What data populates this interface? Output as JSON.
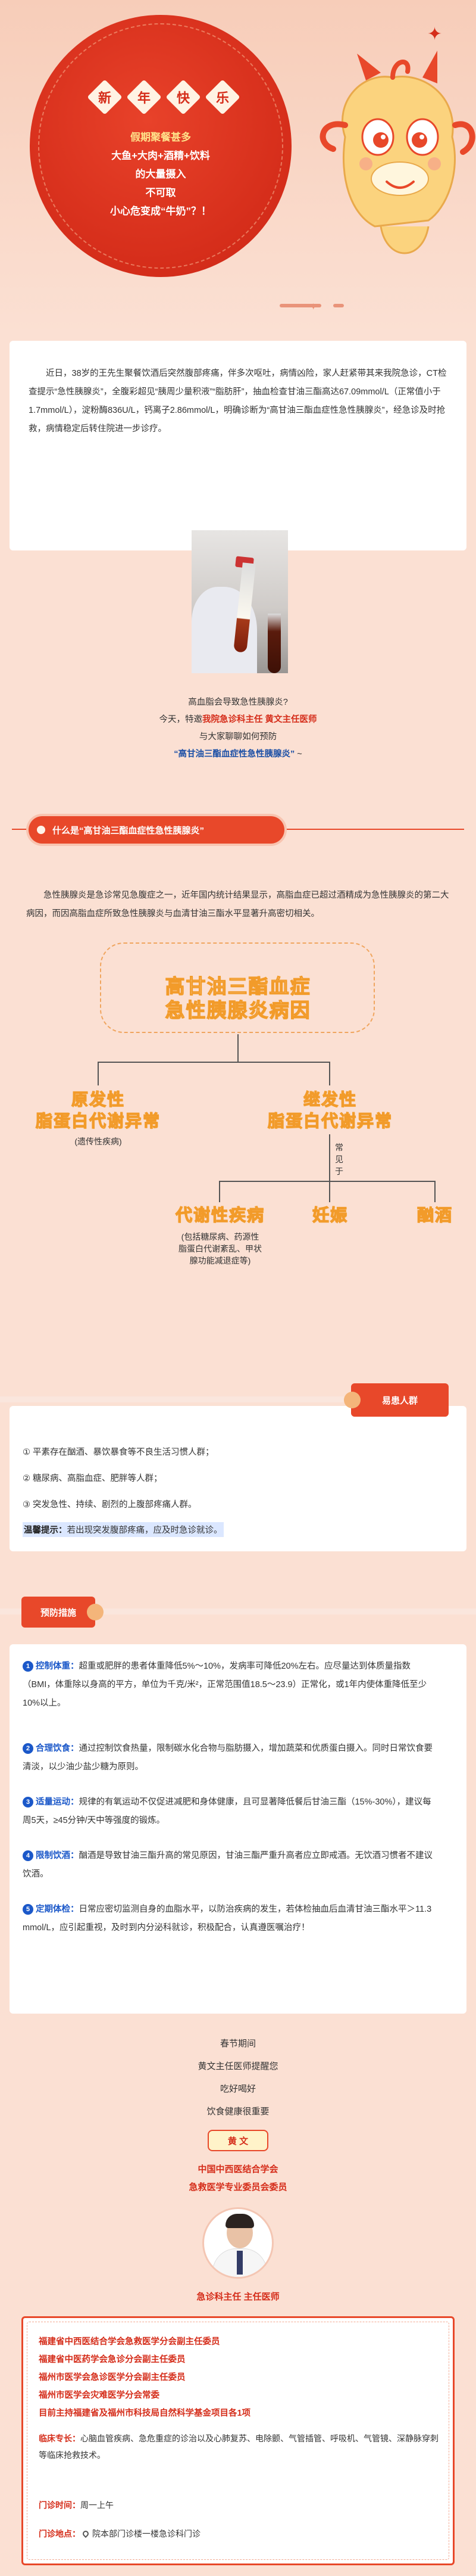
{
  "banner": {
    "new_year": [
      "新",
      "年",
      "快",
      "乐"
    ],
    "lines": [
      "假期聚餐甚多",
      "大鱼+大肉+酒精+饮料",
      "的大量摄入",
      "不可取",
      "小心危变成“牛奶”？！"
    ]
  },
  "intro": {
    "p1": "近日，38岁的王先生聚餐饮酒后突然腹部疼痛，伴多次呕吐，病情凶险，家人赶紧带其来我院急诊，CT检查提示“急性胰腺炎”，全腹彩超见“胰周少量积液”“脂肪肝”，抽血检查甘油三酯高达67.09mmol/L（正常值小于1.7mmol/L），淀粉酶836U/L，钙离子2.86mmol/L，明确诊断为“高甘油三酯血症性急性胰腺炎”，经急诊及时抢救，病情稳定后转住院进一步诊疗。"
  },
  "question": {
    "line1": "高血脂会导致急性胰腺炎?",
    "line2_pre": "今天，特邀",
    "line2_red": "我院急诊科主任 黄文主任医师",
    "line3": "与大家聊聊如何预防",
    "line4_blue": "“高甘油三酯血症性急性胰腺炎”",
    "line4_suffix": " ~"
  },
  "section1": {
    "title": "什么是“高甘油三酯血症性急性胰腺炎”",
    "para": "急性胰腺炎是急诊常见急腹症之一，近年国内统计结果显示，高脂血症已超过酒精成为急性胰腺炎的第二大病因，而因高脂血症所致急性胰腺炎与血清甘油三酯水平显著升高密切相关。"
  },
  "diagram": {
    "root": [
      "高甘油三酯血症",
      "急性胰腺炎病因"
    ],
    "left_title": [
      "原发性",
      "脂蛋白代谢异常"
    ],
    "left_note": "(遗传性疾病)",
    "right_title": [
      "继发性",
      "脂蛋白代谢异常"
    ],
    "common": [
      "常",
      "见",
      "于"
    ],
    "c1": "代谢性疾病",
    "c1_note": [
      "(包括糖尿病、药源性",
      "脂蛋白代谢紊乱、甲状",
      "腺功能减退症等)"
    ],
    "c2": "妊娠",
    "c3": "酗酒"
  },
  "risk": {
    "tag": "易患人群",
    "items": [
      "① 平素存在酗酒、暴饮暴食等不良生活习惯人群；",
      "② 糖尿病、高脂血症、肥胖等人群；",
      "③ 突发急性、持续、剧烈的上腹部疼痛人群。"
    ],
    "tip_label": "温馨提示：",
    "tip_text": "若出现突发腹部疼痛，应及时急诊就诊。"
  },
  "prevention": {
    "tag": "预防措施",
    "items": [
      {
        "num": "1",
        "key": "控制体重：",
        "text": "超重或肥胖的患者体重降低5%～10%，发病率可降低20%左右。应尽量达到体质量指数（BMI，体重除以身高的平方，单位为千克/米²，正常范围值18.5～23.9）正常化，或1年内使体重降低至少10%以上。"
      },
      {
        "num": "2",
        "key": "合理饮食：",
        "text": "通过控制饮食热量，限制碳水化合物与脂肪摄入，增加蔬菜和优质蛋白摄入。同时日常饮食要清淡，以少油少盐少糖为原则。"
      },
      {
        "num": "3",
        "key": "适量运动：",
        "text": "规律的有氧运动不仅促进减肥和身体健康，且可显著降低餐后甘油三酯（15%-30%），建议每周5天，≥45分钟/天中等强度的锻炼。"
      },
      {
        "num": "4",
        "key": "限制饮酒：",
        "text": "酗酒是导致甘油三酯升高的常见原因，甘油三酯严重升高者应立即戒酒。无饮酒习惯者不建议饮酒。"
      },
      {
        "num": "5",
        "key": "定期体检：",
        "text": "日常应密切监测自身的血脂水平，以防治疾病的发生，若体检抽血后血清甘油三酯水平＞11.3 mmol/L，应引起重视，及时到内分泌科就诊，积极配合，认真遵医嘱治疗！"
      }
    ]
  },
  "closing": {
    "lines": [
      "春节期间",
      "黄文主任医师提醒您",
      "吃好喝好",
      "饮食健康很重要"
    ],
    "name": "黄 文",
    "org1": "中国中西医结合学会",
    "org2": "急救医学专业委员会委员",
    "doctor_title": "急诊科主任 主任医师"
  },
  "profile": {
    "titles": [
      "福建省中西医结合学会急救医学分会副主任委员",
      "福建省中医药学会急诊分会副主任委员",
      "福州市医学会急诊医学分会副主任委员",
      "福州市医学会灾难医学分会常委",
      "目前主持福建省及福州市科技局自然科学基金项目各1项"
    ],
    "specialty_label": "临床专长：",
    "specialty": "心脑血管疾病、急危重症的诊治以及心肺复苏、电除颤、气管插管、呼吸机、气管镜、深静脉穿刺等临床抢救技术。",
    "time_label": "门诊时间：",
    "time": "周一上午",
    "place_label": "门诊地点：",
    "place": "院本部门诊楼一楼急诊科门诊"
  }
}
